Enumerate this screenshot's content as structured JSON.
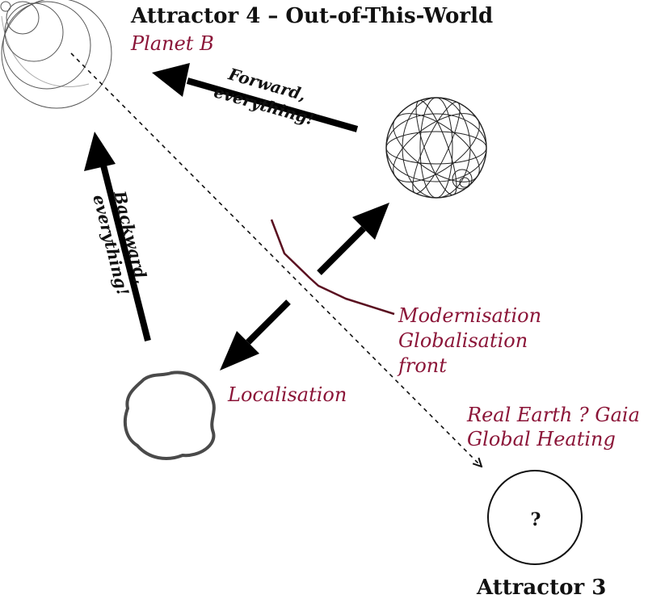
{
  "colors": {
    "accent": "#8b1538",
    "front_line": "#5a1020",
    "ink": "#111111",
    "planet_b_stroke": "#555555",
    "localisation_stroke": "#4a4a4a"
  },
  "attractor4": {
    "title": "Attractor 4 – Out-of-This-World",
    "subtitle": "Planet B"
  },
  "arrows": {
    "forward_line1": "Forward,",
    "forward_line2": "everything!",
    "backward_line1": "Backward,",
    "backward_line2": "everything!"
  },
  "front_labels": {
    "line1": "Modernisation",
    "line2": "Globalisation",
    "line3": "front"
  },
  "localisation": {
    "label": "Localisation"
  },
  "real_earth": {
    "line1": "Real Earth ? Gaia",
    "line2": "Global Heating"
  },
  "attractor3": {
    "title": "Attractor 3",
    "mark": "?"
  }
}
